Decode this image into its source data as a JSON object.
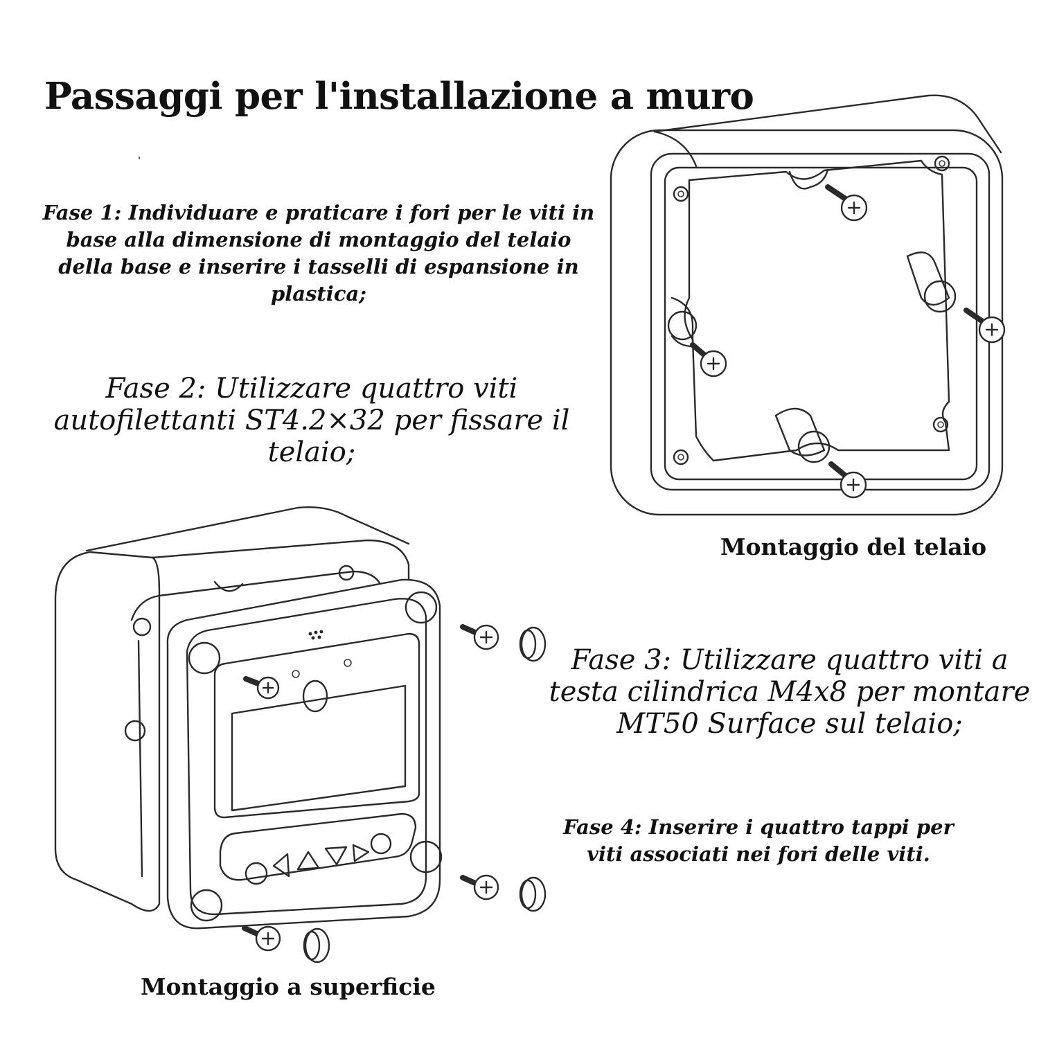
{
  "title": "Passaggi per l'installazione a muro",
  "steps": {
    "step1": "Fase 1: Individuare e praticare i fori per le viti in base alla dimensione di montaggio del telaio della base e inserire i tasselli di espansione in plastica;",
    "step2": "Fase 2: Utilizzare quattro viti autofilettanti ST4.2×32 per fissare il telaio;",
    "step3": "Fase 3: Utilizzare quattro viti a testa cilindrica M4x8 per montare MT50 Surface sul telaio;",
    "step4": "Fase 4: Inserire i quattro tappi per viti associati nei fori delle viti."
  },
  "captions": {
    "frame": "Montaggio del telaio",
    "surface": "Montaggio a superficie"
  },
  "icons": {
    "frame_drawing": "mounting-frame-diagram",
    "device_drawing": "mt50-surface-device-diagram",
    "screw": "screw-icon",
    "plug": "screw-cap-icon"
  }
}
